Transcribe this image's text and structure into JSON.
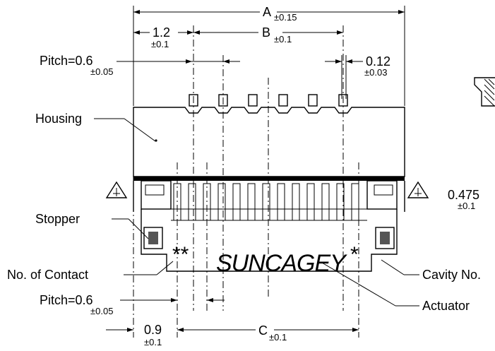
{
  "dimensions": {
    "A": {
      "label": "A",
      "tol": "±0.15"
    },
    "B": {
      "label": "B",
      "tol": "±0.1"
    },
    "C": {
      "label": "C",
      "tol": "±0.1"
    },
    "d_1_2": {
      "label": "1.2",
      "tol": "±0.1"
    },
    "d_0_12": {
      "label": "0.12",
      "tol": "±0.03"
    },
    "d_0_9": {
      "label": "0.9",
      "tol": "±0.1"
    },
    "d_0_475": {
      "label": "0.475",
      "tol": "±0.1"
    },
    "pitch_top": {
      "label": "Pitch=0.6",
      "tol": "±0.05"
    },
    "pitch_bottom": {
      "label": "Pitch=0.6",
      "tol": "±0.05"
    }
  },
  "callouts": {
    "housing": "Housing",
    "stopper": "Stopper",
    "contact": "No. of Contact",
    "cavity": "Cavity No.",
    "actuator": "Actuator"
  },
  "marks": {
    "logo": "SUNCAGEY",
    "asterisk_left": "**",
    "asterisk_right": "*"
  }
}
